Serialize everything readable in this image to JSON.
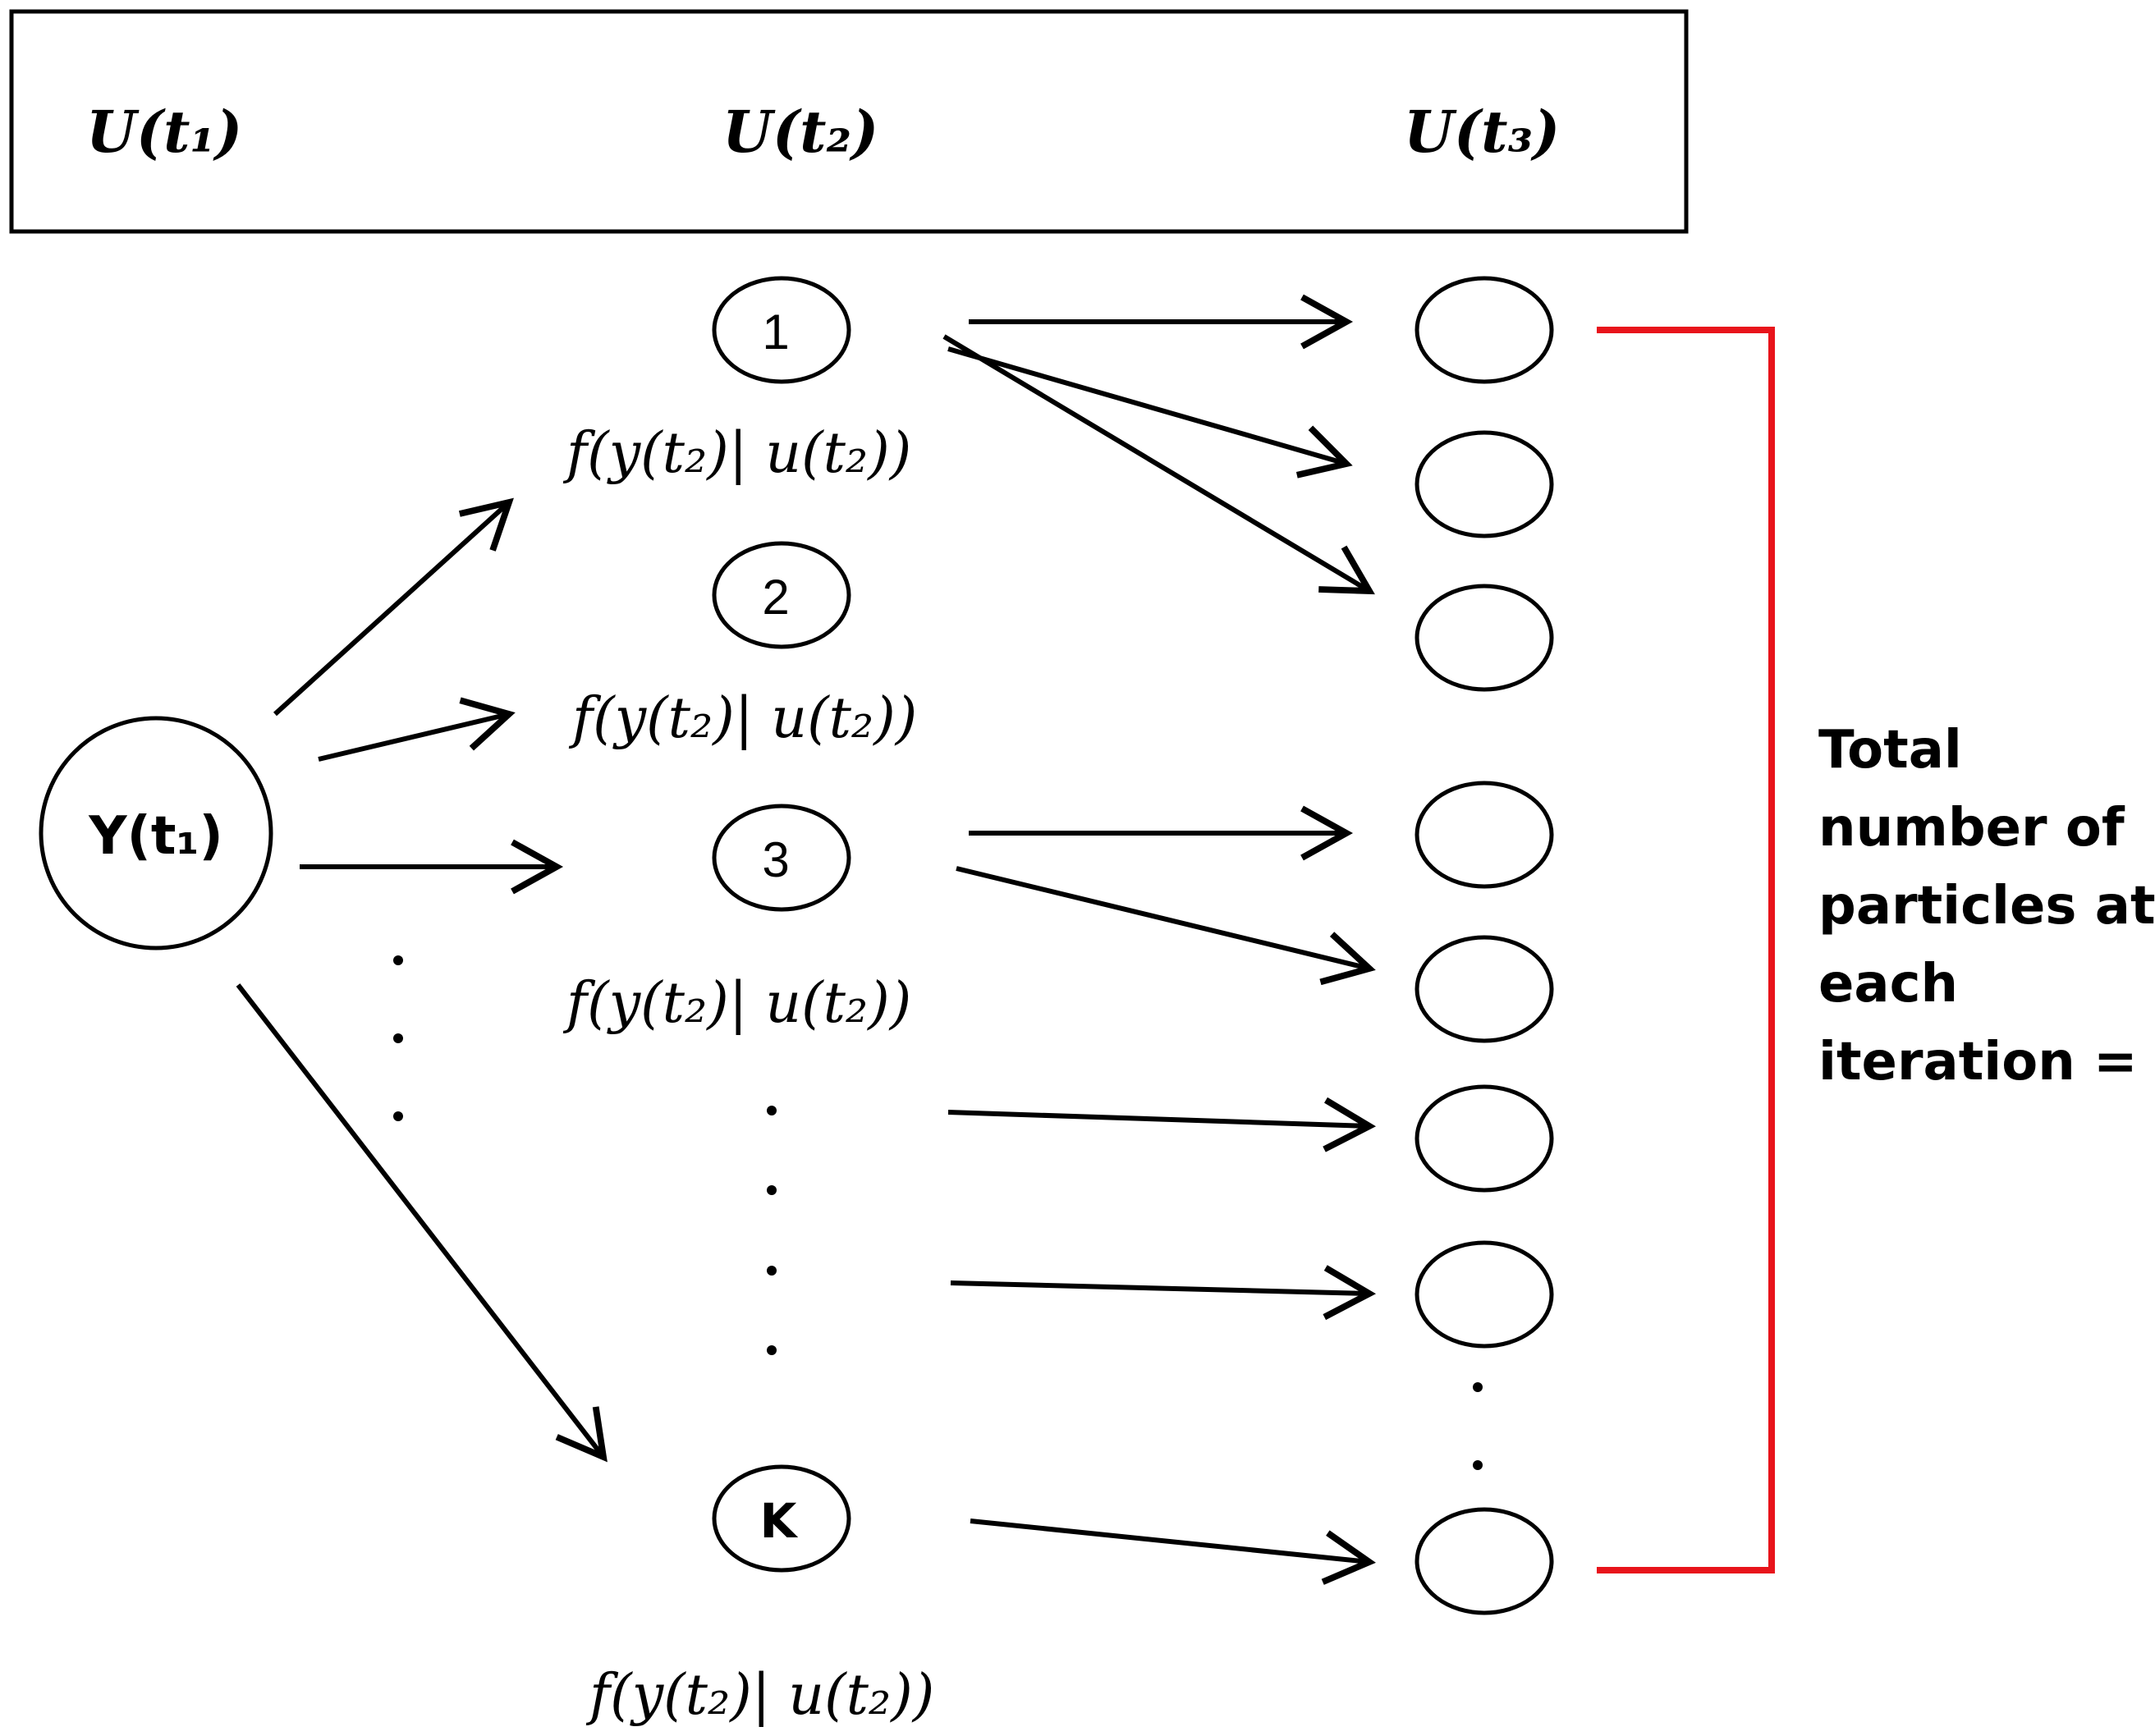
{
  "header": {
    "u_t1": "U(t₁)",
    "u_t2": "U(t₂)",
    "u_t3": "U(t₃)"
  },
  "root_node": "Y(t₁)",
  "particles": [
    {
      "label": "1",
      "likelihood": "f(y(t₂)| u(t₂))"
    },
    {
      "label": "2",
      "likelihood": "f(y(t₂)| u(t₂))"
    },
    {
      "label": "3",
      "likelihood": "f(y(t₂)| u(t₂))"
    },
    {
      "label": "K",
      "likelihood": "f(y(t₂)| u(t₂))"
    }
  ],
  "bracket_note": [
    "Total",
    "number of",
    "particles at",
    "each",
    "iteration = K"
  ],
  "colors": {
    "stroke": "#000000",
    "bracket": "#e8141b",
    "background": "#ffffff"
  }
}
